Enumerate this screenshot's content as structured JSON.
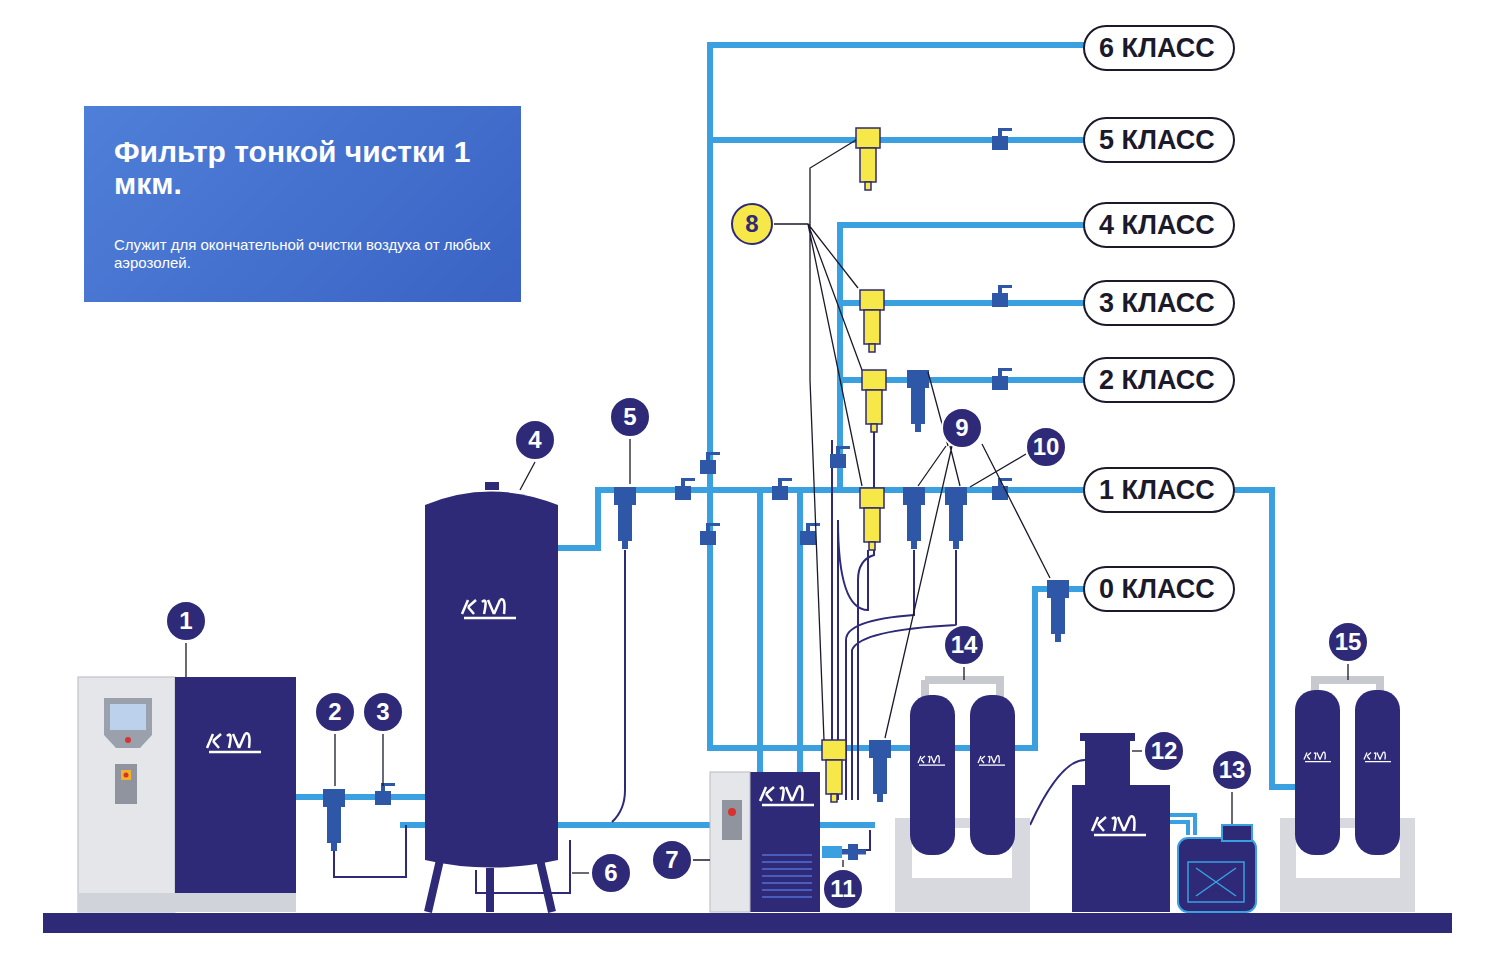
{
  "diagram": {
    "nodes": [
      {
        "text": [
          "Фильтр тонкой чистки 1 мкм.",
          "Служит для окончательной очистки воздуха от любых аэрозолей."
        ]
      },
      {
        "text": [
          "6 КЛАСС"
        ]
      },
      {
        "text": [
          "5 КЛАСС"
        ]
      },
      {
        "text": [
          "8"
        ]
      },
      {
        "text": [
          "4 КЛАСС"
        ]
      },
      {
        "text": [
          "3 КЛАСС"
        ]
      },
      {
        "text": [
          "2 КЛАСС"
        ]
      },
      {
        "text": [
          "9"
        ]
      },
      {
        "text": [
          "10"
        ]
      },
      {
        "text": [
          "4"
        ]
      },
      {
        "text": [
          "5"
        ]
      },
      {
        "text": [
          "1 КЛАСС"
        ]
      },
      {
        "text": [
          "0 КЛАСС"
        ]
      },
      {
        "text": [
          "1"
        ]
      },
      {
        "text": [
          "14"
        ]
      },
      {
        "text": [
          "15"
        ]
      },
      {
        "text": [
          "2"
        ]
      },
      {
        "text": [
          "3"
        ]
      },
      {
        "text": [
          "12"
        ]
      },
      {
        "text": [
          "13"
        ]
      },
      {
        "text": [
          "7"
        ]
      },
      {
        "text": [
          "6"
        ]
      },
      {
        "text": [
          "11"
        ]
      }
    ]
  }
}
